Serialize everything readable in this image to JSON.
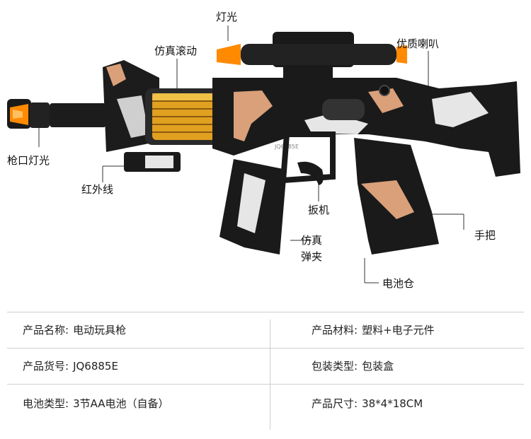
{
  "callouts": {
    "light": "灯光",
    "speaker": "优质喇叭",
    "rolling": "仿真滚动",
    "muzzle_light": "枪口灯光",
    "infrared": "红外线",
    "trigger": "扳机",
    "grip": "手把",
    "magazine_line1": "仿真",
    "magazine_line2": "弹夹",
    "battery": "电池仓"
  },
  "specs": [
    {
      "label": "产品名称:",
      "value": "电动玩具枪"
    },
    {
      "label": "产品材料:",
      "value": "塑料+电子元件"
    },
    {
      "label": "产品货号:",
      "value": "JQ6885E"
    },
    {
      "label": "包装类型:",
      "value": "包装盒"
    },
    {
      "label": "电池类型:",
      "value": "3节AA电池（自备）"
    },
    {
      "label": "产品尺寸:",
      "value": "38*4*18CM"
    }
  ],
  "engraving": "JQ6885E",
  "colors": {
    "body": "#1a1a1a",
    "camo_tan": "#d9a07a",
    "camo_white": "#e6e6e6",
    "orange": "#ff8a00",
    "gold": "#e0a020"
  }
}
